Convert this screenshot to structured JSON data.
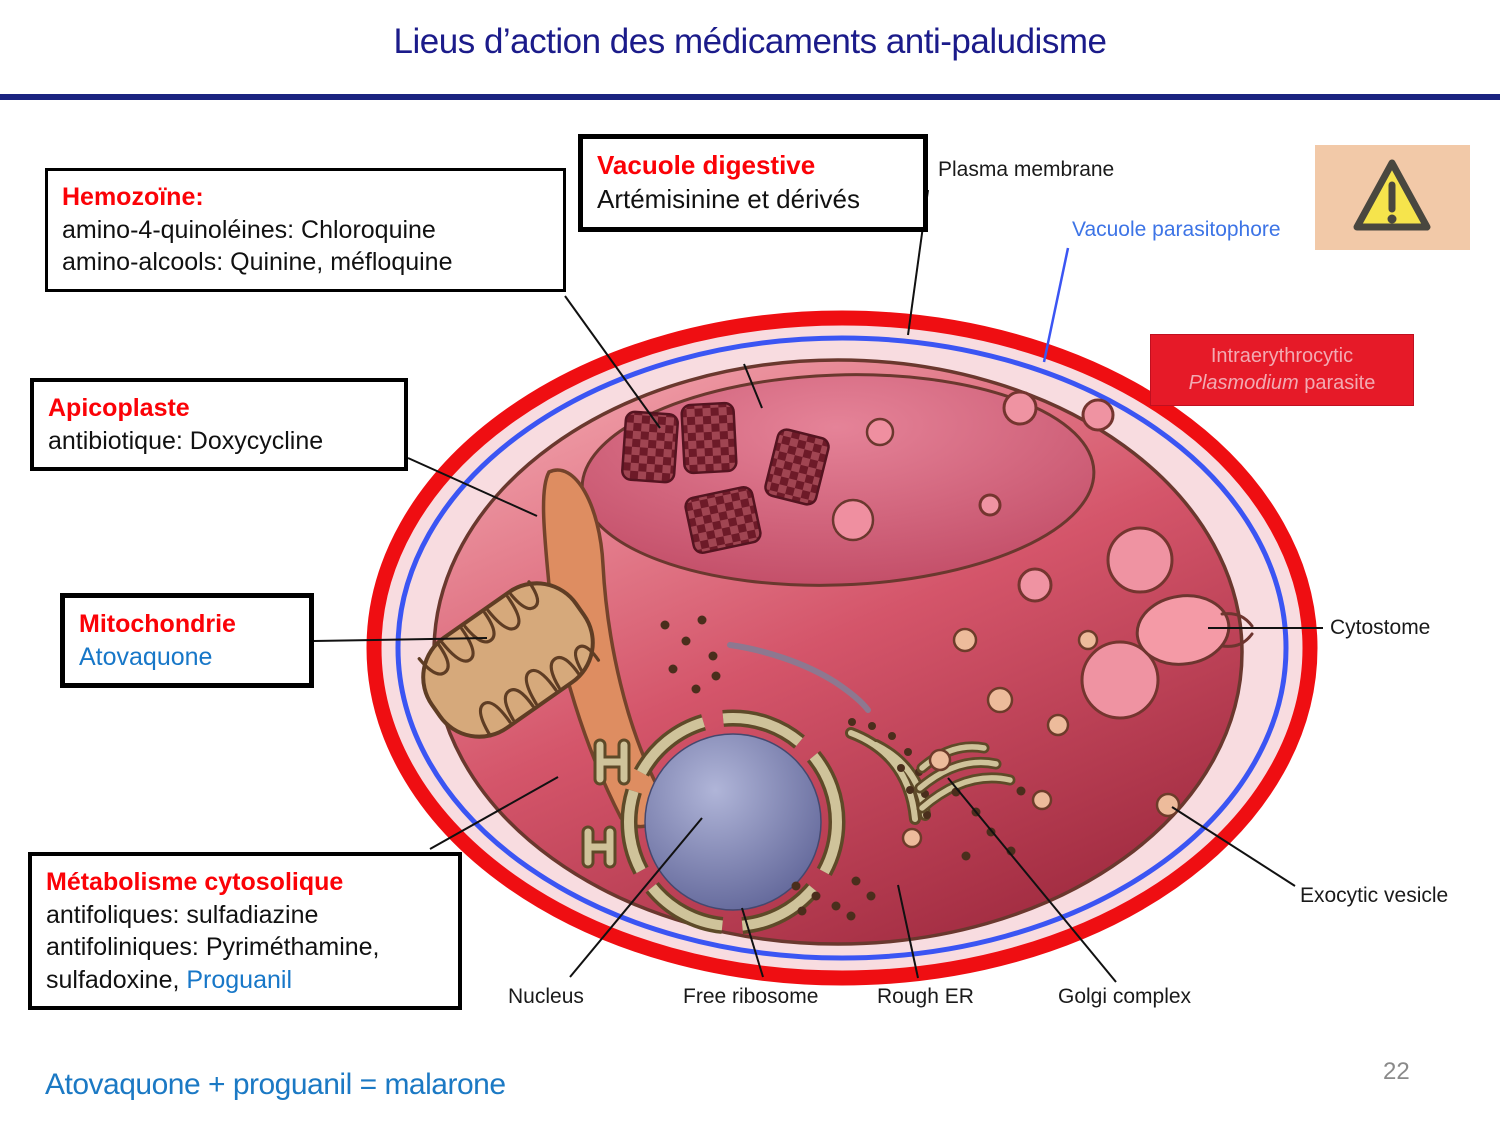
{
  "slide": {
    "title": "Lieus d’action des médicaments anti-paludisme",
    "footer": "Atovaquone + proguanil = malarone",
    "page_number": "22"
  },
  "boxes": {
    "hemozoine": {
      "title": "Hemozoïne:",
      "line1": "amino-4-quinoléines: Chloroquine",
      "line2": "amino-alcools: Quinine, méfloquine"
    },
    "vacuole_digestive": {
      "title": "Vacuole digestive",
      "line1": "Artémisinine et dérivés"
    },
    "apicoplaste": {
      "title": "Apicoplaste",
      "line1": "antibiotique: Doxycycline"
    },
    "mitochondrie": {
      "title": "Mitochondrie",
      "drug": "Atovaquone"
    },
    "metabolisme": {
      "title": "Métabolisme cytosolique",
      "line1": "antifoliques: sulfadiazine",
      "line2": "antifoliniques: Pyriméthamine,",
      "line3_black": "sulfadoxine, ",
      "line3_blue": "Proguanil"
    }
  },
  "labels": {
    "plasma_membrane": "Plasma membrane",
    "vacuole_parasitophore": "Vacuole parasitophore",
    "cytostome": "Cytostome",
    "exocytic_vesicle": "Exocytic vesicle",
    "nucleus": "Nucleus",
    "free_ribosome": "Free ribosome",
    "rough_er": "Rough ER",
    "golgi_complex": "Golgi complex"
  },
  "tag": {
    "line1": "Intraerythrocytic",
    "italic": "Plasmodium",
    "rest": " parasite"
  },
  "colors": {
    "title_navy": "#1b1b8a",
    "accent_red_text": "#fb0207",
    "drug_blue_text": "#1777c8",
    "parasitophore_blue_text": "#3d74e6",
    "membrane_red": "#ef0e12",
    "membrane_blue": "#3b55f3",
    "tag_background_red": "#e61a28",
    "warning_plaque_peach": "#f2c9a8",
    "warning_triangle_yellow": "#f6e44c",
    "footer_blue": "#1b79c4",
    "page_number_gray": "#8a8a8a"
  }
}
